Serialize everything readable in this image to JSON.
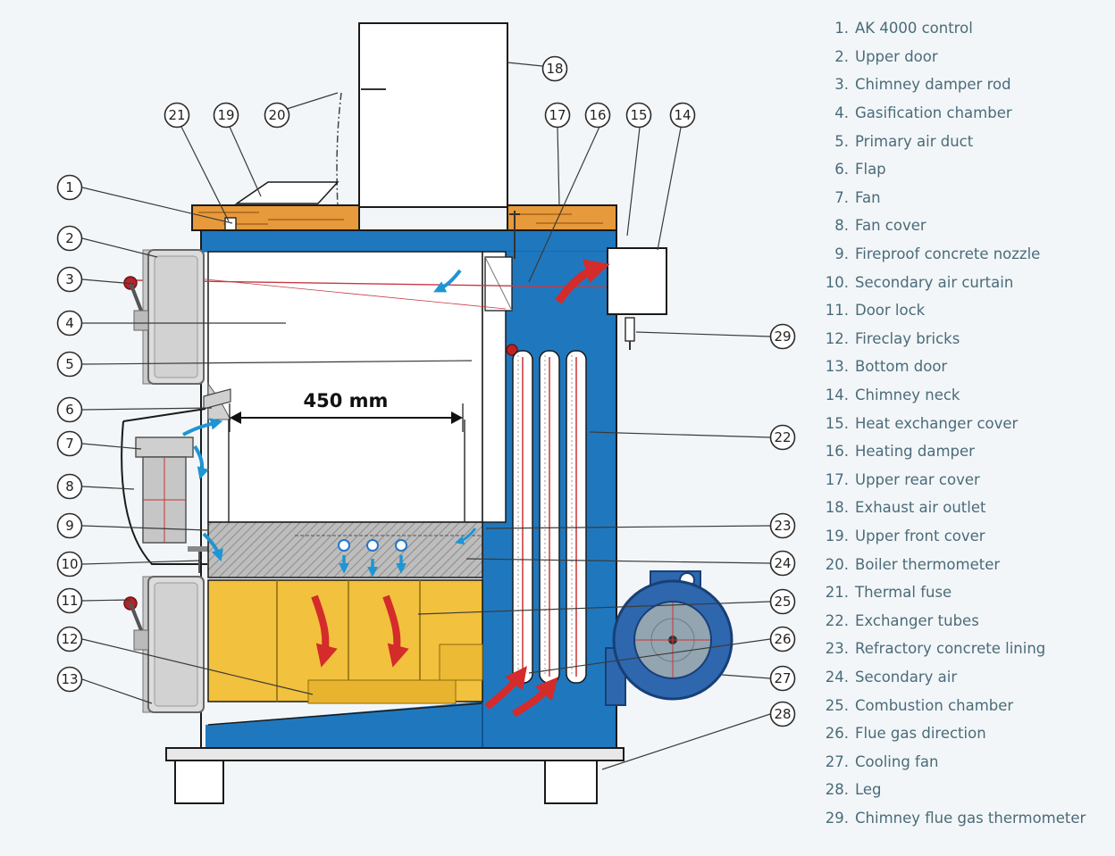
{
  "diagram": {
    "dimension_label": "450 mm"
  },
  "colors": {
    "legend_text": "#4a6b7a",
    "water_blue": "#1f78be",
    "brick_yellow": "#f2c13d",
    "wood_orange": "#e79a3b",
    "flue_red": "#d42b2b",
    "air_blue": "#1e95d4",
    "fan_blue": "#2e67ae"
  },
  "callouts": [
    "1",
    "2",
    "3",
    "4",
    "5",
    "6",
    "7",
    "8",
    "9",
    "10",
    "11",
    "12",
    "13",
    "21",
    "19",
    "20",
    "18",
    "17",
    "16",
    "15",
    "14",
    "29",
    "22",
    "23",
    "24",
    "25",
    "26",
    "27",
    "28"
  ],
  "legend": {
    "items": [
      {
        "num": "1.",
        "label": "AK 4000 control"
      },
      {
        "num": "2.",
        "label": "Upper door"
      },
      {
        "num": "3.",
        "label": "Chimney damper rod"
      },
      {
        "num": "4.",
        "label": "Gasification chamber"
      },
      {
        "num": "5.",
        "label": "Primary air duct"
      },
      {
        "num": "6.",
        "label": "Flap"
      },
      {
        "num": "7.",
        "label": "Fan"
      },
      {
        "num": "8.",
        "label": "Fan cover"
      },
      {
        "num": "9.",
        "label": "Fireproof concrete nozzle"
      },
      {
        "num": "10.",
        "label": "Secondary air curtain"
      },
      {
        "num": "11.",
        "label": "Door lock"
      },
      {
        "num": "12.",
        "label": "Fireclay bricks"
      },
      {
        "num": "13.",
        "label": "Bottom door"
      },
      {
        "num": "14.",
        "label": "Chimney neck"
      },
      {
        "num": "15.",
        "label": "Heat exchanger cover"
      },
      {
        "num": "16.",
        "label": "Heating damper"
      },
      {
        "num": "17.",
        "label": "Upper rear cover"
      },
      {
        "num": "18.",
        "label": "Exhaust air outlet"
      },
      {
        "num": "19.",
        "label": "Upper front cover"
      },
      {
        "num": "20.",
        "label": "Boiler thermometer"
      },
      {
        "num": "21.",
        "label": "Thermal fuse"
      },
      {
        "num": "22.",
        "label": "Exchanger tubes"
      },
      {
        "num": "23.",
        "label": "Refractory concrete lining"
      },
      {
        "num": "24.",
        "label": "Secondary air"
      },
      {
        "num": "25.",
        "label": "Combustion chamber"
      },
      {
        "num": "26.",
        "label": "Flue gas direction"
      },
      {
        "num": "27.",
        "label": "Cooling fan"
      },
      {
        "num": "28.",
        "label": "Leg"
      },
      {
        "num": "29.",
        "label": "Chimney flue gas thermometer"
      }
    ]
  }
}
